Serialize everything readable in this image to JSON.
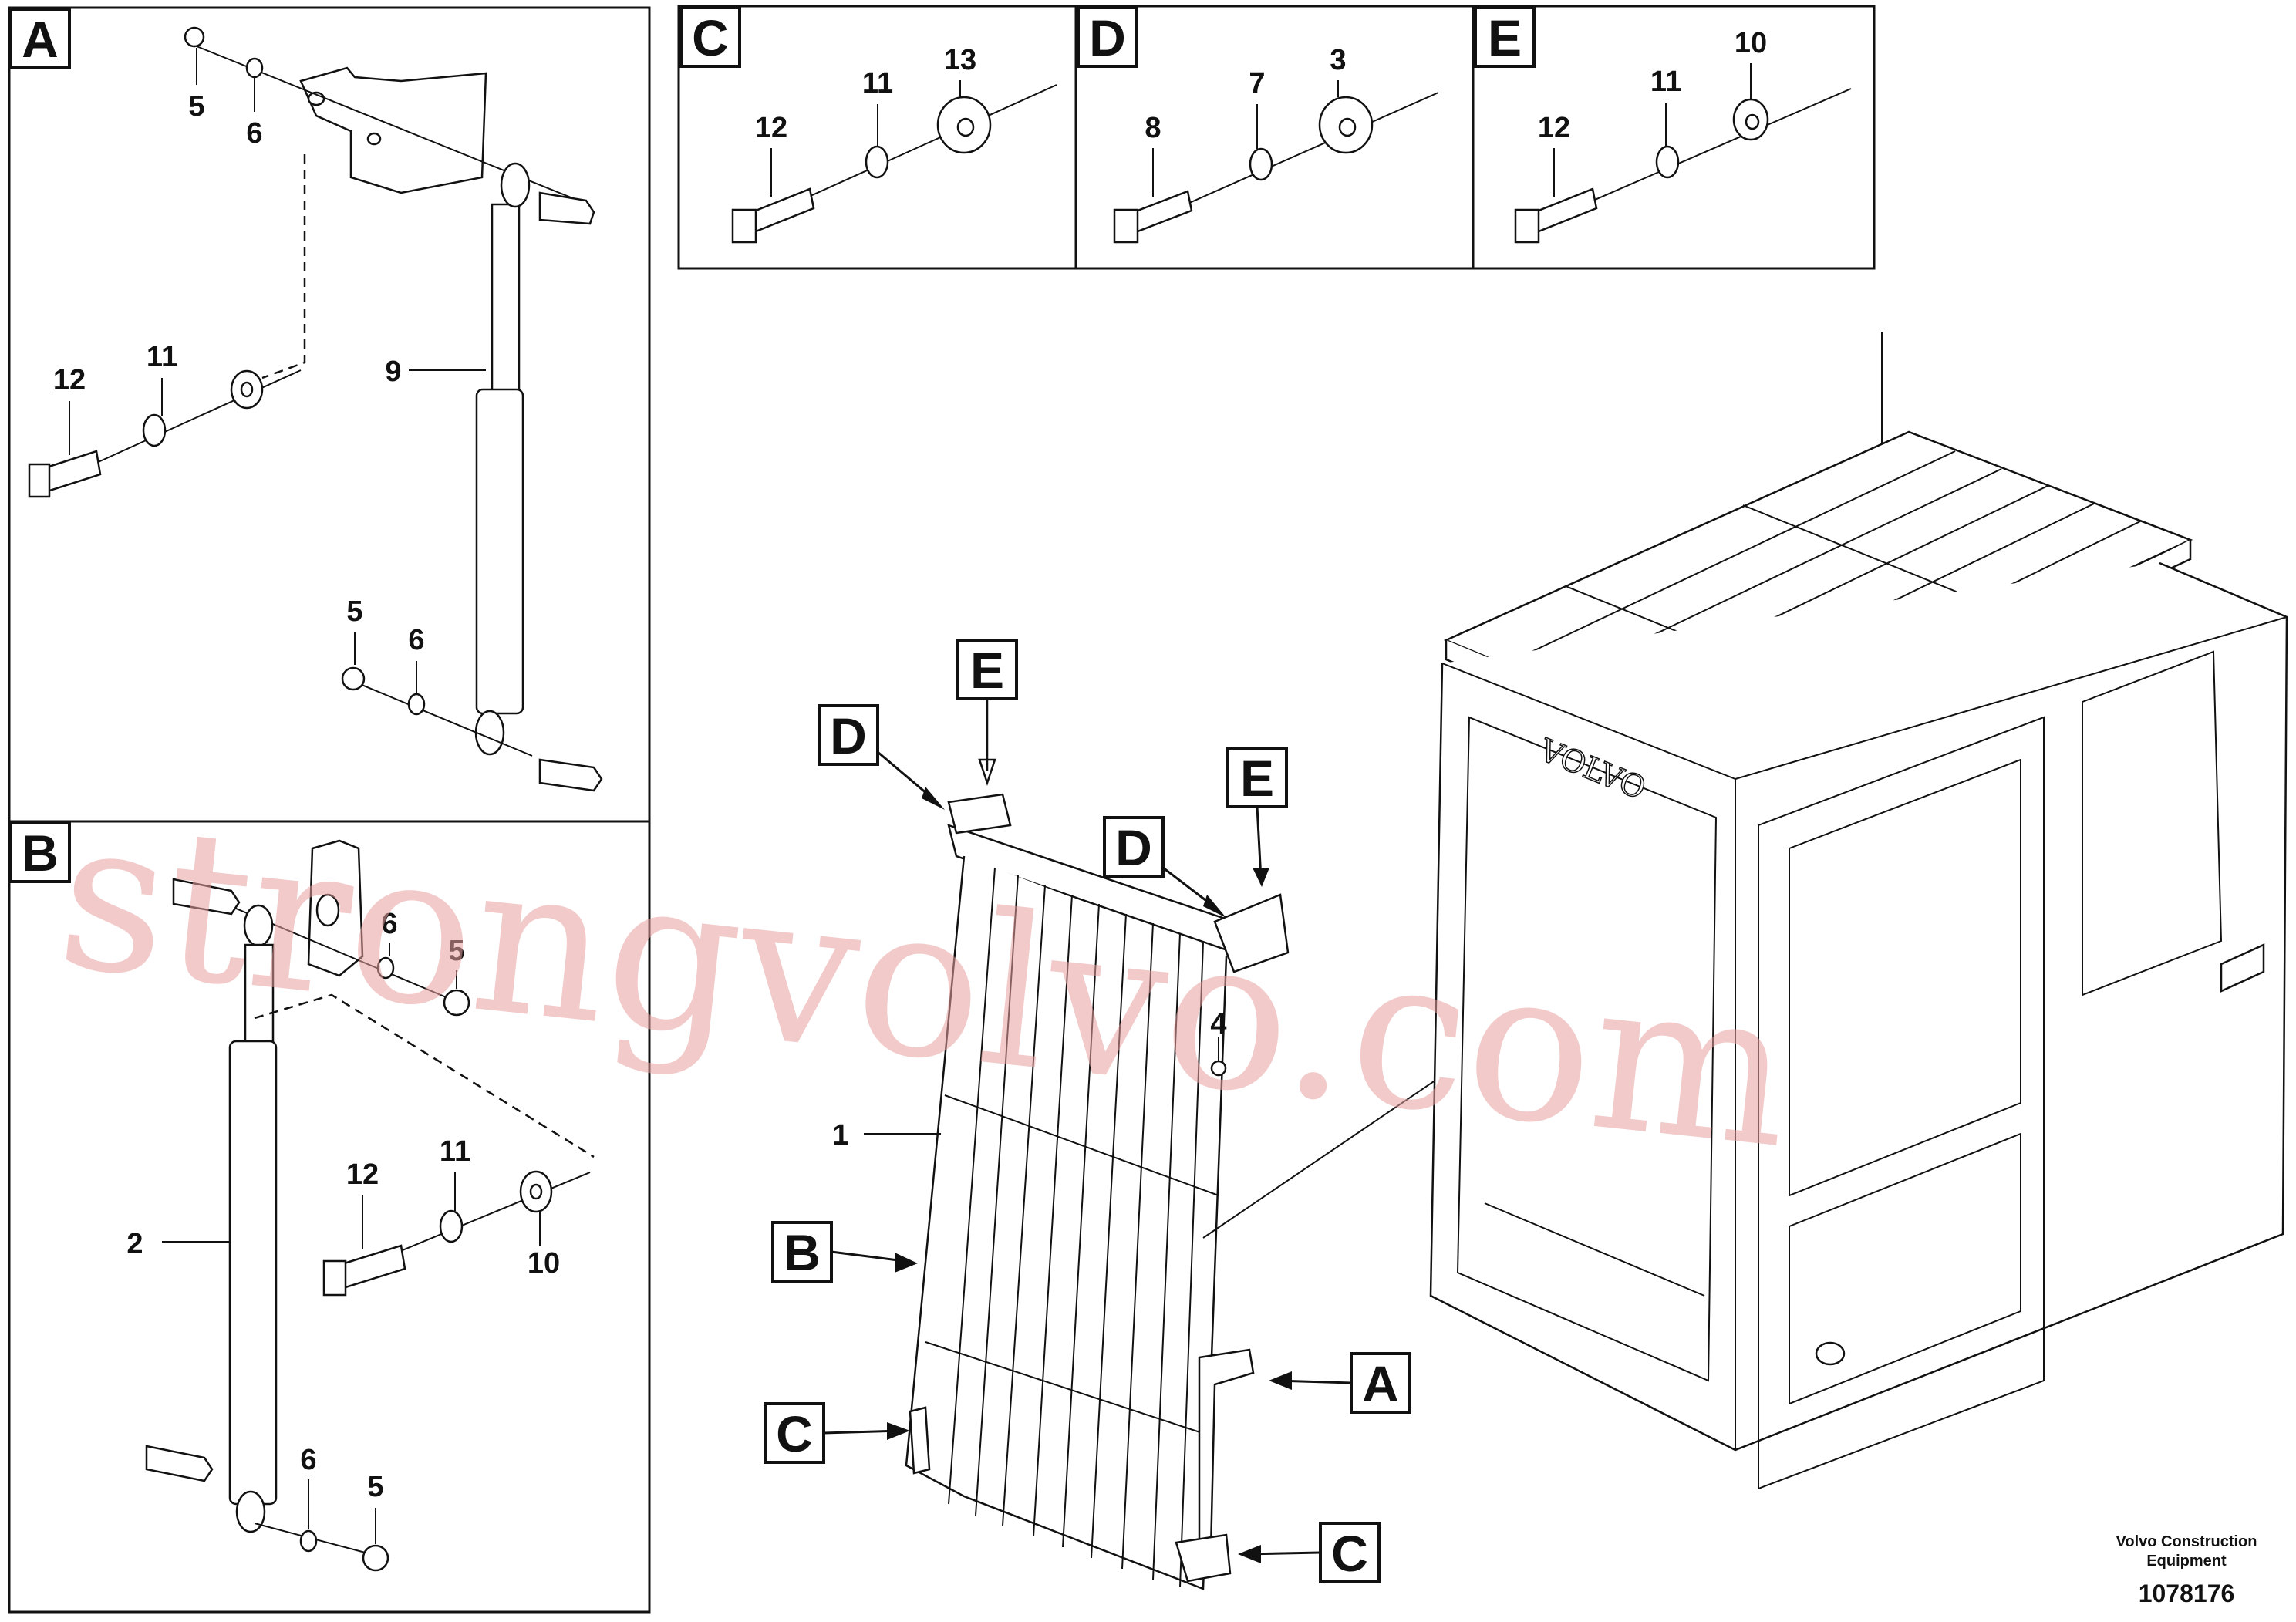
{
  "views": {
    "A": {
      "tag": "A",
      "labels": {
        "n5a": "5",
        "n6a": "6",
        "n12": "12",
        "n11": "11",
        "n9": "9",
        "n5b": "5",
        "n6b": "6"
      }
    },
    "B": {
      "tag": "B",
      "labels": {
        "n6a": "6",
        "n5a": "5",
        "n2": "2",
        "n12": "12",
        "n11": "11",
        "n10": "10",
        "n6b": "6",
        "n5b": "5"
      }
    },
    "C": {
      "tag": "C",
      "labels": {
        "n12": "12",
        "n11": "11",
        "n13": "13"
      }
    },
    "D": {
      "tag": "D",
      "labels": {
        "n8": "8",
        "n7": "7",
        "n3": "3"
      }
    },
    "E": {
      "tag": "E",
      "labels": {
        "n12": "12",
        "n11": "11",
        "n10": "10"
      }
    }
  },
  "main": {
    "callouts": {
      "e1": "E",
      "d1": "D",
      "e2": "E",
      "d2": "D",
      "b": "B",
      "c1": "C",
      "a": "A",
      "c2": "C"
    },
    "labels": {
      "n1": "1",
      "n4": "4"
    },
    "cab_brand": "VOLVO"
  },
  "footer": {
    "company_line1": "Volvo Construction",
    "company_line2": "Equipment",
    "doc_number": "1078176"
  },
  "watermark": "strongvolvo.com"
}
